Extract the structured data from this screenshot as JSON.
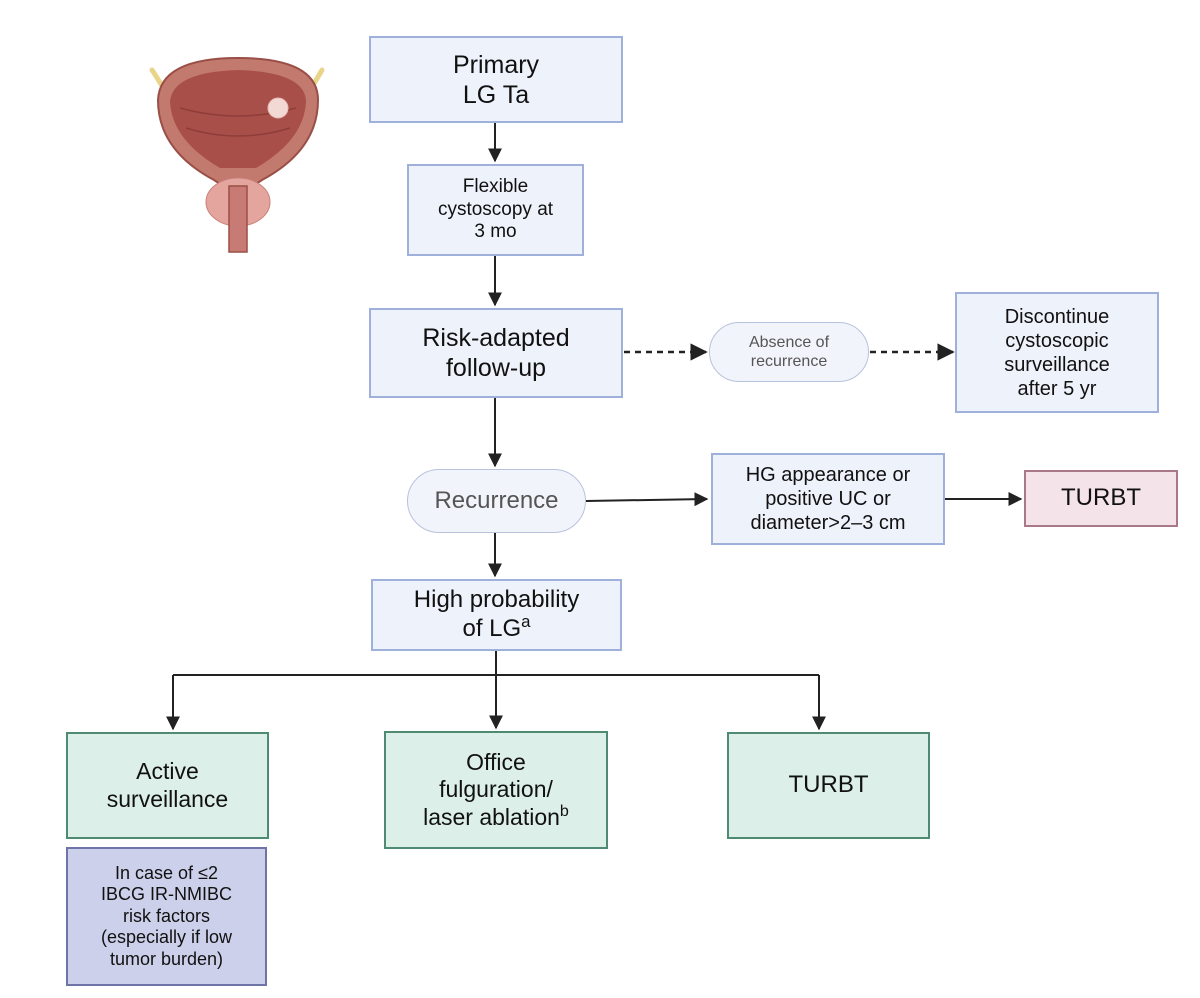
{
  "nodes": {
    "primary": {
      "line1": "Primary",
      "line2": "LG Ta"
    },
    "cystoscopy": {
      "text": "Flexible\ncystoscopy at\n3 mo"
    },
    "risk_adapted": {
      "text": "Risk-adapted\nfollow-up"
    },
    "absence": {
      "text": "Absence of\nrecurrence"
    },
    "discontinue": {
      "text": "Discontinue\ncystoscopic\nsurveillance\nafter 5 yr"
    },
    "recurrence": {
      "text": "Recurrence"
    },
    "hg_appearance": {
      "text": "HG appearance or\npositive UC or\ndiameter>2–3 cm"
    },
    "turbt_top": {
      "text": "TURBT"
    },
    "high_prob": {
      "line1": "High probability",
      "line2": "of LG",
      "sup": "a"
    },
    "active": {
      "text": "Active\nsurveillance"
    },
    "office": {
      "line1": "Office",
      "line2": "fulguration/",
      "line3": "laser ablation",
      "sup": "b"
    },
    "turbt_bottom": {
      "text": "TURBT"
    },
    "incase": {
      "text": "In case of ≤2\nIBCG IR-NMIBC\nrisk factors\n(especially if low\ntumor burden)"
    }
  },
  "colors": {
    "blue_fill": "#eef2fb",
    "blue_border": "#9fb0db",
    "pink_fill": "#f5e3ea",
    "green_fill": "#dcefe8",
    "lavender_fill": "#ccd0ea",
    "arrow": "#222222",
    "bladder": "#b35c5c"
  }
}
